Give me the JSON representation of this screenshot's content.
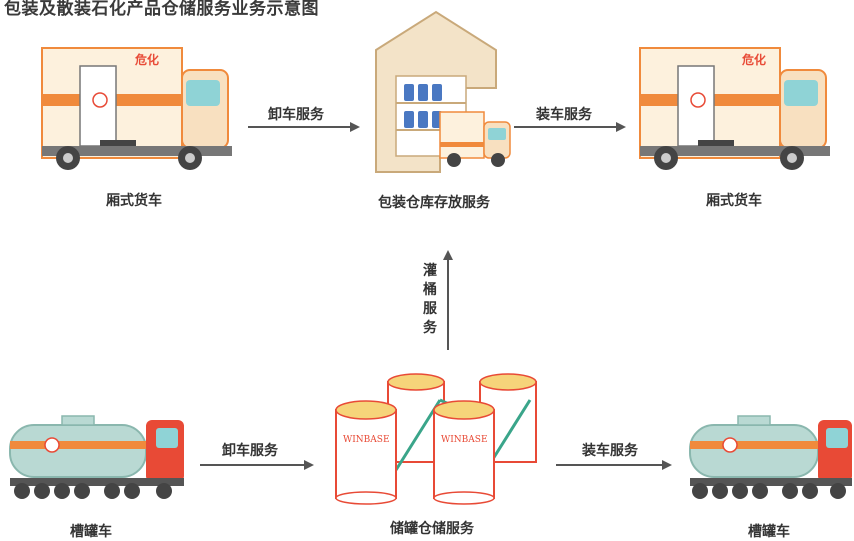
{
  "title": "包装及散装石化产品仓储服务业务示意图",
  "labels": {
    "box_truck_left": "厢式货车",
    "box_truck_right": "厢式货车",
    "warehouse": "包装仓库存放服务",
    "unload_top": "卸车服务",
    "load_top": "装车服务",
    "drum_filling": "灌桶服务",
    "tank_storage": "储罐仓储服务",
    "unload_bottom": "卸车服务",
    "load_bottom": "装车服务",
    "tanker_left": "槽罐车",
    "tanker_right": "槽罐车",
    "hazmat_sign": "危化",
    "tank_brand": "WINBASE"
  },
  "colors": {
    "orange": "#f08a3c",
    "cream": "#fdf1dd",
    "cab_teal": "#8fd3d6",
    "red_cab": "#e84a36",
    "tank_teal": "#b9d9d3",
    "warehouse_beige": "#f3e3c8",
    "arrow_gray": "#555555"
  }
}
